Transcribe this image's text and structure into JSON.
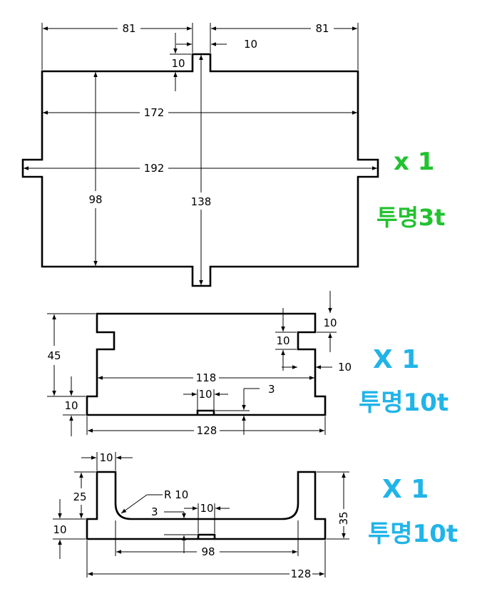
{
  "part1": {
    "dims": {
      "top_left": "81",
      "top_right": "81",
      "slot_width": "10",
      "slot_depth": "10",
      "inner_width": "172",
      "overall_width": "192",
      "left_height": "98",
      "center_height": "138"
    },
    "note": {
      "qty": "x 1",
      "material": "투명3t",
      "color": "#22c230"
    }
  },
  "part2": {
    "dims": {
      "height": "45",
      "base": "10",
      "right_top": "10",
      "right_notch": "10",
      "right_side": "10",
      "inner_width": "118",
      "slot_width": "10",
      "slot_depth": "3",
      "overall_width": "128"
    },
    "note": {
      "qty": "X 1",
      "material": "투명10t",
      "color": "#21b4e8"
    }
  },
  "part3": {
    "dims": {
      "wall": "10",
      "height_left": "25",
      "base": "10",
      "radius": "R 10",
      "slot_depth": "3",
      "slot_width": "10",
      "height_right": "35",
      "inner_width": "98",
      "overall_width": "128"
    },
    "note": {
      "qty": "X 1",
      "material": "투명10t",
      "color": "#21b4e8"
    }
  }
}
